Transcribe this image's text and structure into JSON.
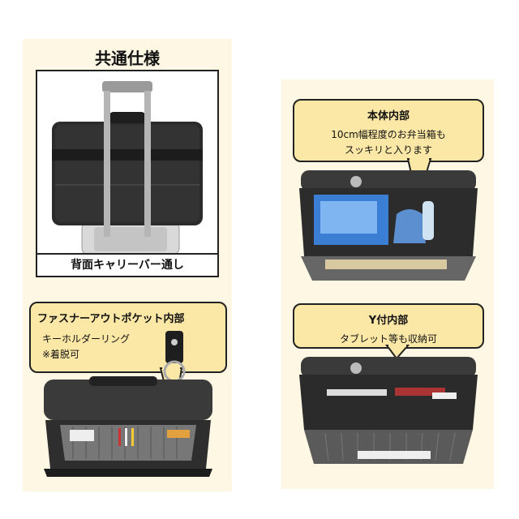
{
  "common_spec": {
    "title": "共通仕様",
    "back_carrier_caption": "背面キャリーバー通し"
  },
  "zipper_pocket": {
    "title": "ファスナーアウトポケット内部",
    "line1": "キーホルダーリング",
    "line2": "※着脱可"
  },
  "main_body": {
    "title": "本体内部",
    "line1": "10cm幅程度のお弁当箱も",
    "line2": "スッキリと入ります"
  },
  "y_interior": {
    "title": "Y付内部",
    "line1": "タブレット等も収納可"
  },
  "colors": {
    "panel_bg": "#fdf7e3",
    "bubble_bg": "#fce8a6",
    "border": "#222222",
    "bag_dark": "#2b2b2b"
  }
}
